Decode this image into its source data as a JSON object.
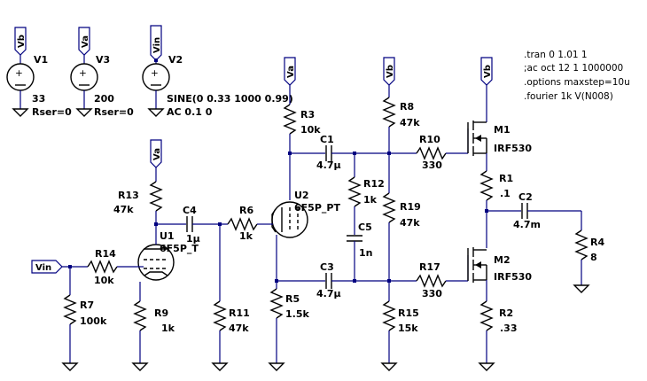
{
  "flags": {
    "vb": "Vb",
    "va": "Va",
    "vin": "Vin"
  },
  "sources": {
    "v1": {
      "name": "V1",
      "value": "33",
      "param": "Rser=0"
    },
    "v3": {
      "name": "V3",
      "value": "200",
      "param": "Rser=0"
    },
    "v2": {
      "name": "V2",
      "value": "SINE(0 0.33 1000 0.99)",
      "param": "AC 0.1 0"
    }
  },
  "resistors": {
    "r1": {
      "name": "R1",
      "value": ".1"
    },
    "r2": {
      "name": "R2",
      "value": ".33"
    },
    "r3": {
      "name": "R3",
      "value": "10k"
    },
    "r4": {
      "name": "R4",
      "value": "8"
    },
    "r5": {
      "name": "R5",
      "value": "1.5k"
    },
    "r6": {
      "name": "R6",
      "value": "1k"
    },
    "r7": {
      "name": "R7",
      "value": "100k"
    },
    "r8": {
      "name": "R8",
      "value": "47k"
    },
    "r9": {
      "name": "R9",
      "value": "1k"
    },
    "r10": {
      "name": "R10",
      "value": "330"
    },
    "r11": {
      "name": "R11",
      "value": "47k"
    },
    "r12": {
      "name": "R12",
      "value": "1k"
    },
    "r13": {
      "name": "R13",
      "value": "47k"
    },
    "r14": {
      "name": "R14",
      "value": "10k"
    },
    "r15": {
      "name": "R15",
      "value": "15k"
    },
    "r17": {
      "name": "R17",
      "value": "330"
    },
    "r19": {
      "name": "R19",
      "value": "47k"
    }
  },
  "capacitors": {
    "c1": {
      "name": "C1",
      "value": "4.7µ"
    },
    "c2": {
      "name": "C2",
      "value": "4.7m"
    },
    "c3": {
      "name": "C3",
      "value": "4.7µ"
    },
    "c4": {
      "name": "C4",
      "value": "1µ"
    },
    "c5": {
      "name": "C5",
      "value": "1n"
    }
  },
  "tubes": {
    "u1": {
      "name": "U1",
      "model": "6F5P_T"
    },
    "u2": {
      "name": "U2",
      "model": "6F5P_PT"
    }
  },
  "mosfets": {
    "m1": {
      "name": "M1",
      "model": "IRF530"
    },
    "m2": {
      "name": "M2",
      "model": "IRF530"
    }
  },
  "directives": [
    ".tran 0 1.01 1",
    ";ac oct 12 1 1000000",
    ".options maxstep=10u",
    ".fourier 1k  V(N008)"
  ]
}
